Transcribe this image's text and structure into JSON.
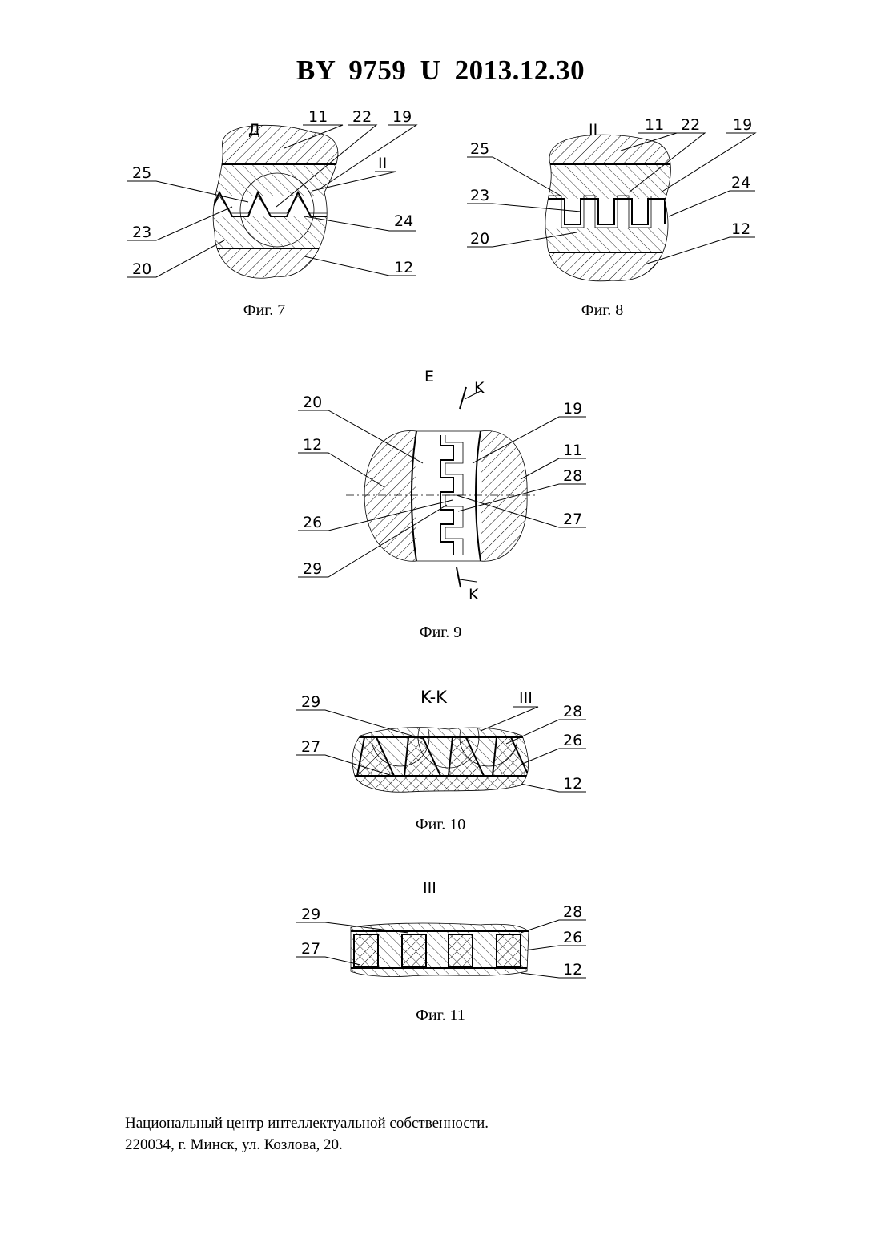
{
  "header": {
    "doc_id": "BY  9759  U  2013.12.30"
  },
  "figures": {
    "fig7": {
      "caption": "Фиг. 7",
      "view_label": "Д",
      "detail_label": "II",
      "labels": {
        "l11": "11",
        "l22": "22",
        "l19": "19",
        "l25": "25",
        "l23": "23",
        "l20": "20",
        "l24": "24",
        "l12": "12"
      }
    },
    "fig8": {
      "caption": "Фиг. 8",
      "view_label": "II",
      "labels": {
        "l11": "11",
        "l22": "22",
        "l19": "19",
        "l25": "25",
        "l23": "23",
        "l20": "20",
        "l24": "24",
        "l12": "12"
      }
    },
    "fig9": {
      "caption": "Фиг. 9",
      "view_label": "E",
      "section_mark_top": "K",
      "section_mark_bottom": "K",
      "labels": {
        "l20": "20",
        "l12": "12",
        "l26": "26",
        "l29": "29",
        "l19": "19",
        "l11": "11",
        "l28": "28",
        "l27": "27"
      }
    },
    "fig10": {
      "caption": "Фиг. 10",
      "view_label": "K-K",
      "detail_label": "III",
      "labels": {
        "l29": "29",
        "l27": "27",
        "l28": "28",
        "l26": "26",
        "l12": "12"
      }
    },
    "fig11": {
      "caption": "Фиг. 11",
      "view_label": "III",
      "labels": {
        "l29": "29",
        "l27": "27",
        "l28": "28",
        "l26": "26",
        "l12": "12"
      }
    }
  },
  "footer": {
    "line1": "Национальный центр интеллектуальной собственности.",
    "line2": "220034, г. Минск, ул. Козлова, 20."
  }
}
